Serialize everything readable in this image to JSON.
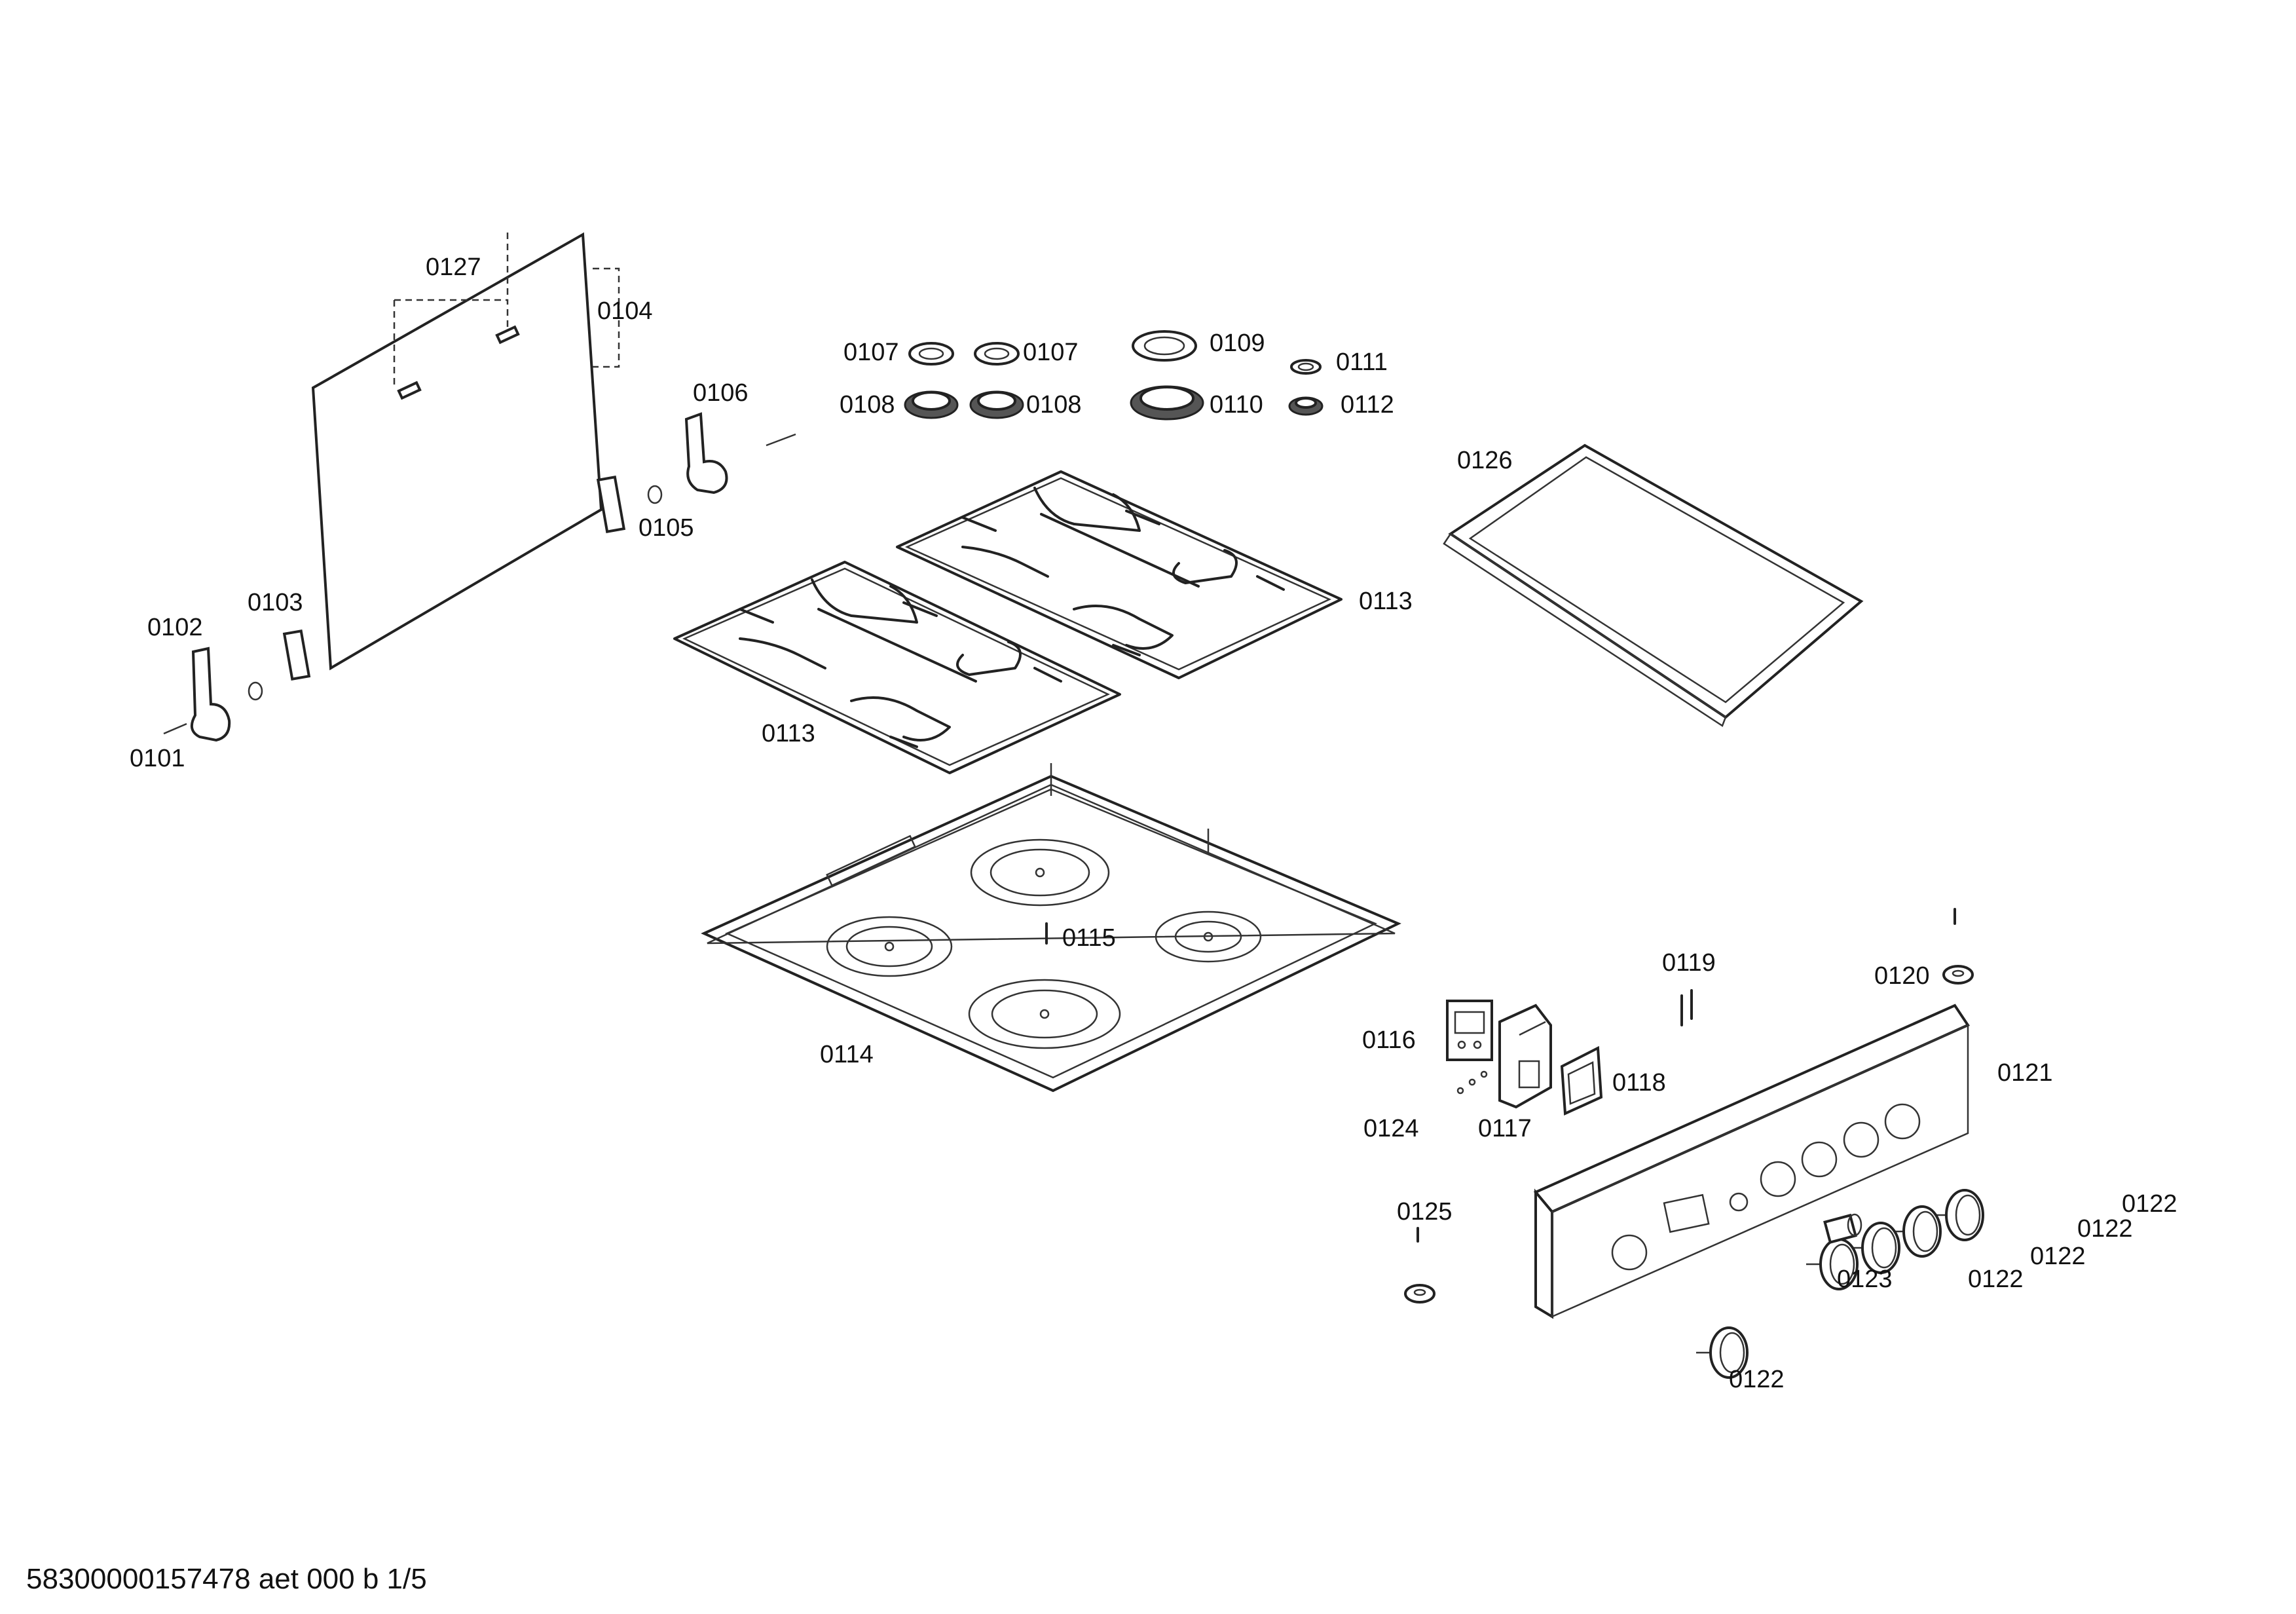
{
  "labels": {
    "l0127": "0127",
    "l0104": "0104",
    "l0106": "0106",
    "l0105": "0105",
    "l0102": "0102",
    "l0103": "0103",
    "l0101": "0101",
    "l0107a": "0107",
    "l0107b": "0107",
    "l0108a": "0108",
    "l0108b": "0108",
    "l0109": "0109",
    "l0110": "0110",
    "l0111": "0111",
    "l0112": "0112",
    "l0126": "0126",
    "l0113a": "0113",
    "l0113b": "0113",
    "l0115": "0115",
    "l0114": "0114",
    "l0119": "0119",
    "l0120": "0120",
    "l0121": "0121",
    "l0116": "0116",
    "l0118": "0118",
    "l0124": "0124",
    "l0117": "0117",
    "l0125": "0125",
    "l0123": "0123",
    "l0122a": "0122",
    "l0122b": "0122",
    "l0122c": "0122",
    "l0122d": "0122",
    "l0122e": "0122"
  },
  "footer": {
    "code": "58300000157478 aet 000 b 1/5"
  }
}
